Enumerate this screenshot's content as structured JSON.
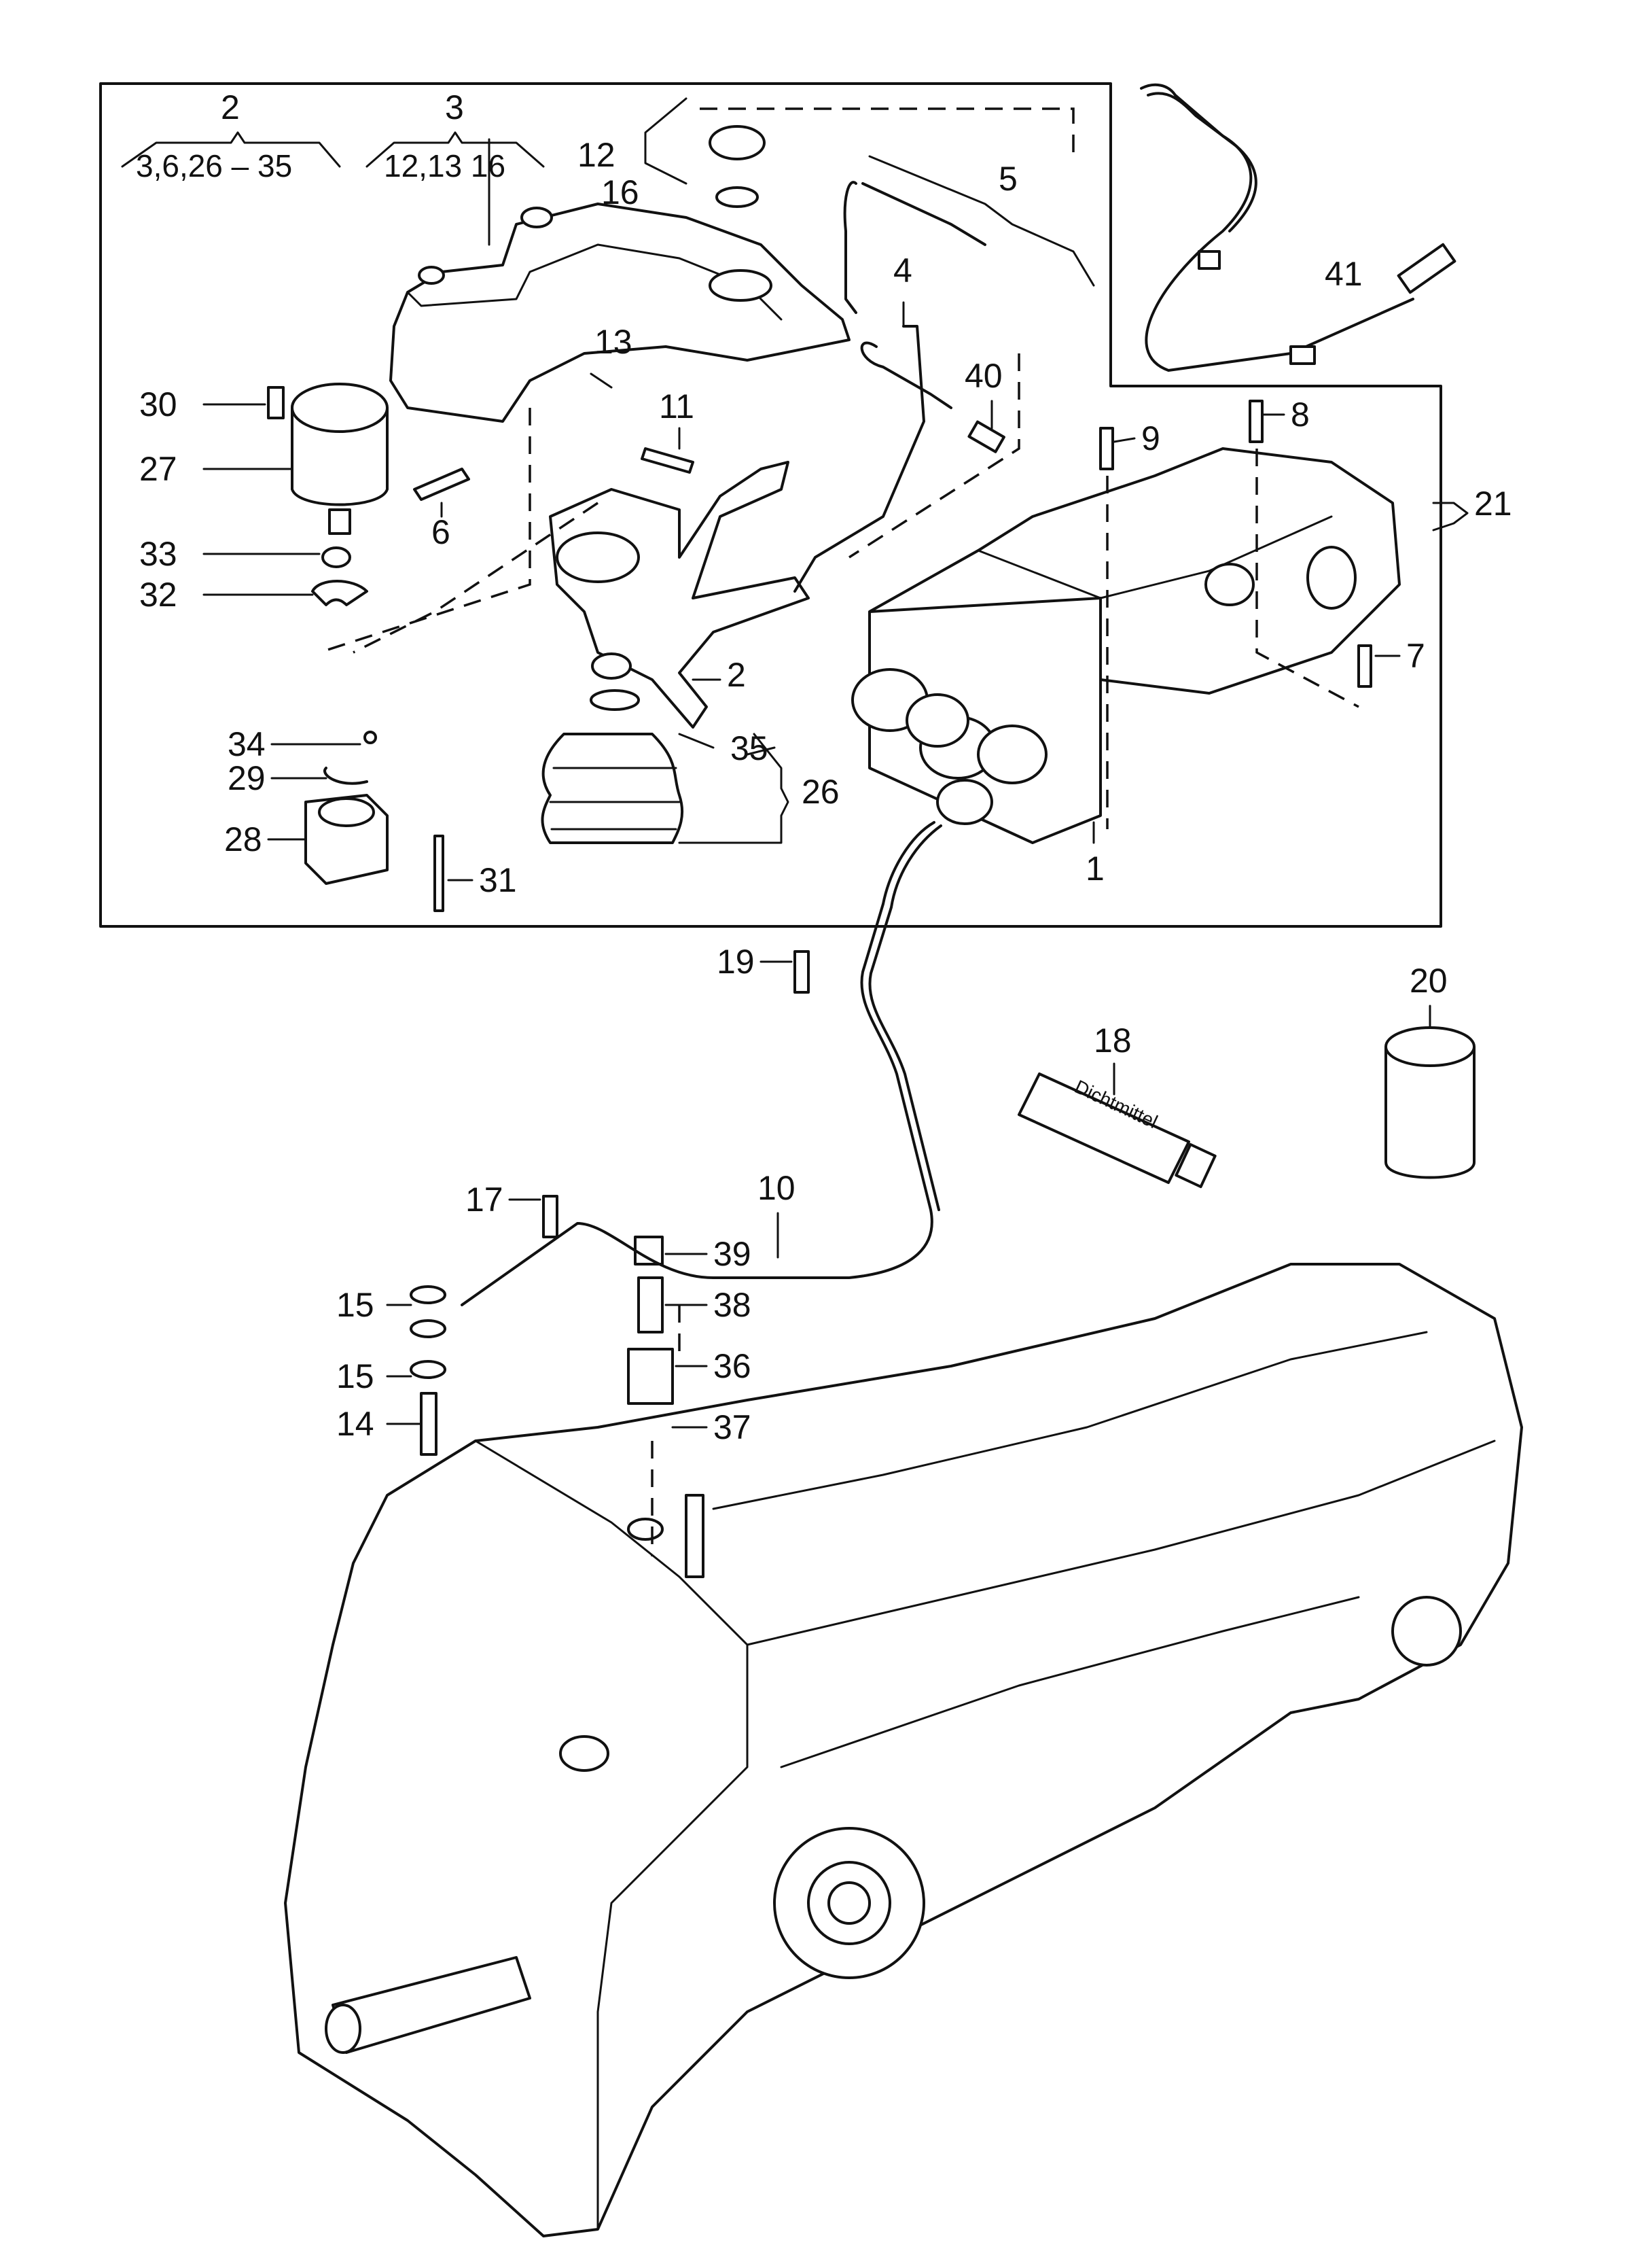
{
  "callouts": [
    {
      "key": "c2",
      "text": "2"
    },
    {
      "key": "c2sub",
      "text": "3,6,26 – 35"
    },
    {
      "key": "c3",
      "text": "3"
    },
    {
      "key": "c3sub",
      "text": "12,13 16"
    },
    {
      "key": "c12",
      "text": "12"
    },
    {
      "key": "c16",
      "text": "16"
    },
    {
      "key": "c5",
      "text": "5"
    },
    {
      "key": "c4",
      "text": "4"
    },
    {
      "key": "c13",
      "text": "13"
    },
    {
      "key": "c41",
      "text": "41"
    },
    {
      "key": "c30",
      "text": "30"
    },
    {
      "key": "c27",
      "text": "27"
    },
    {
      "key": "c11",
      "text": "11"
    },
    {
      "key": "c40",
      "text": "40"
    },
    {
      "key": "c9",
      "text": "9"
    },
    {
      "key": "c8",
      "text": "8"
    },
    {
      "key": "c21",
      "text": "21"
    },
    {
      "key": "c6",
      "text": "6"
    },
    {
      "key": "c33",
      "text": "33"
    },
    {
      "key": "c32",
      "text": "32"
    },
    {
      "key": "c7",
      "text": "7"
    },
    {
      "key": "c2b",
      "text": "2"
    },
    {
      "key": "c34",
      "text": "34"
    },
    {
      "key": "c29",
      "text": "29"
    },
    {
      "key": "c35",
      "text": "35"
    },
    {
      "key": "c26",
      "text": "26"
    },
    {
      "key": "c28",
      "text": "28"
    },
    {
      "key": "c31",
      "text": "31"
    },
    {
      "key": "c1",
      "text": "1"
    },
    {
      "key": "c19",
      "text": "19"
    },
    {
      "key": "c20",
      "text": "20"
    },
    {
      "key": "c18",
      "text": "18"
    },
    {
      "key": "c17",
      "text": "17"
    },
    {
      "key": "c10",
      "text": "10"
    },
    {
      "key": "c39",
      "text": "39"
    },
    {
      "key": "c15a",
      "text": "15"
    },
    {
      "key": "c38",
      "text": "38"
    },
    {
      "key": "c15b",
      "text": "15"
    },
    {
      "key": "c36",
      "text": "36"
    },
    {
      "key": "c14",
      "text": "14"
    },
    {
      "key": "c37",
      "text": "37"
    }
  ],
  "sealant_tube_text": "Dichtmittel"
}
